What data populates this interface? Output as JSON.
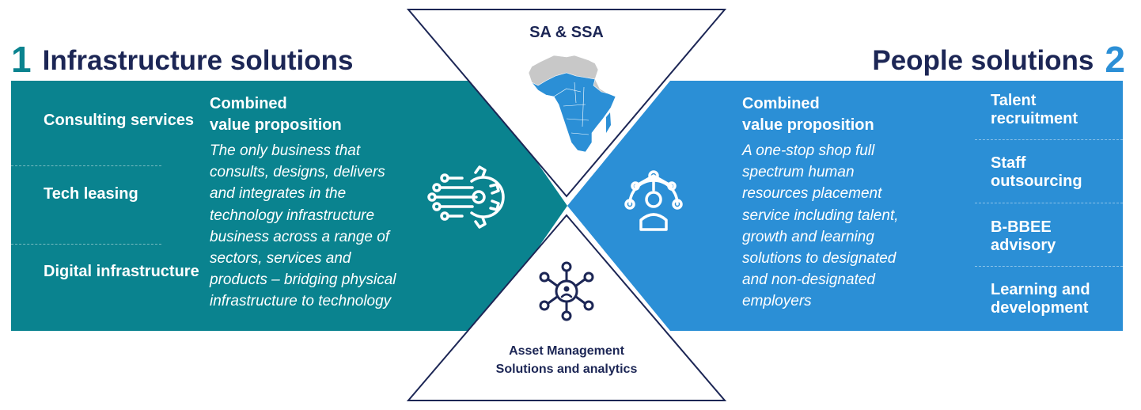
{
  "left": {
    "number": "1",
    "title": "Infrastructure solutions",
    "items": [
      "Consulting services",
      "Tech leasing",
      "Digital infrastructure"
    ],
    "cvp_title_line1": "Combined",
    "cvp_title_line2": "value proposition",
    "cvp_body_lines": [
      "The only business that",
      "consults, designs, delivers",
      "and integrates in the",
      "technology infrastructure",
      "business across a range of",
      "sectors, services and",
      "products – bridging physical",
      "infrastructure to technology"
    ],
    "icon": "gear-circuit-icon",
    "color": "#0a838f"
  },
  "right": {
    "number": "2",
    "title": "People solutions",
    "items": [
      "Talent recruitment",
      "Staff outsourcing",
      "B-BBEE advisory",
      "Learning and development"
    ],
    "cvp_title_line1": "Combined",
    "cvp_title_line2": "value proposition",
    "cvp_body_lines": [
      "A one-stop shop full",
      "spectrum human",
      "resources placement",
      "service including talent,",
      "growth and learning",
      "solutions to designated",
      "and non-designated",
      "employers"
    ],
    "icon": "person-network-icon",
    "color": "#2b8fd6"
  },
  "top_triangle": {
    "label": "SA & SSA",
    "icon": "africa-map-icon"
  },
  "bottom_triangle": {
    "label_line1": "Asset Management",
    "label_line2": "Solutions and analytics",
    "icon": "hub-network-icon"
  },
  "colors": {
    "navy": "#1c2655",
    "teal": "#0a838f",
    "blue": "#2b8fd6",
    "map_grey": "#c8c8c8"
  }
}
